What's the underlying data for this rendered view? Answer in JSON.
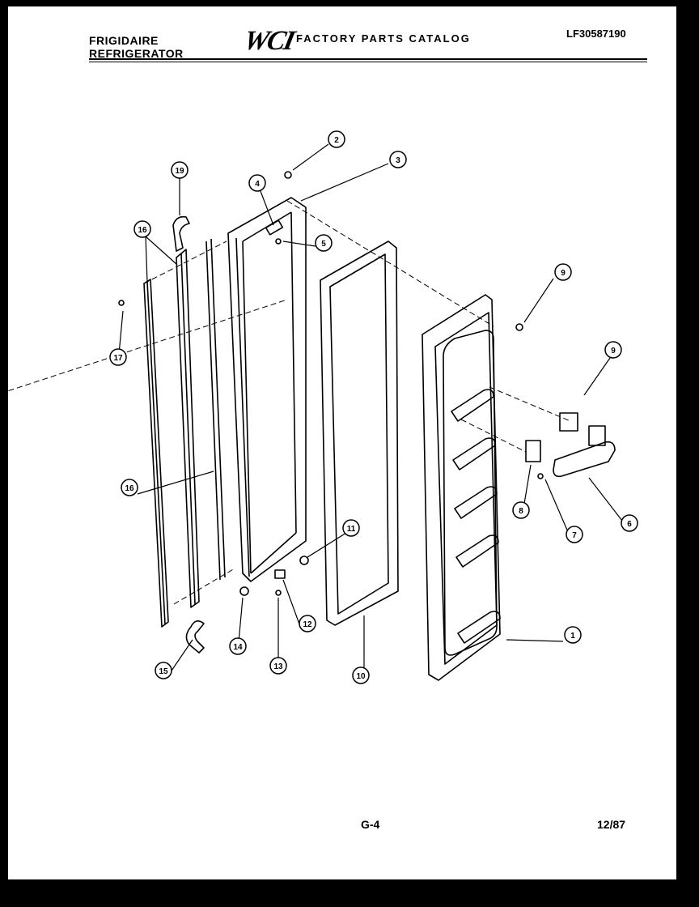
{
  "header": {
    "brand_line1": "FRIGIDAIRE",
    "brand_line2": "REFRIGERATOR",
    "logo": "WCI",
    "catalog_title": "FACTORY PARTS CATALOG",
    "model_number": "LF30587190"
  },
  "footer": {
    "page": "G-4",
    "date": "12/87"
  },
  "callouts": {
    "c1": "1",
    "c2": "2",
    "c3": "3",
    "c4": "4",
    "c5": "5",
    "c6": "6",
    "c7": "7",
    "c8": "8",
    "c9": "9",
    "c9b": "9",
    "c10": "10",
    "c11": "11",
    "c12": "12",
    "c13": "13",
    "c14": "14",
    "c15": "15",
    "c16": "16",
    "c16b": "16",
    "c17": "17",
    "c19": "19"
  }
}
